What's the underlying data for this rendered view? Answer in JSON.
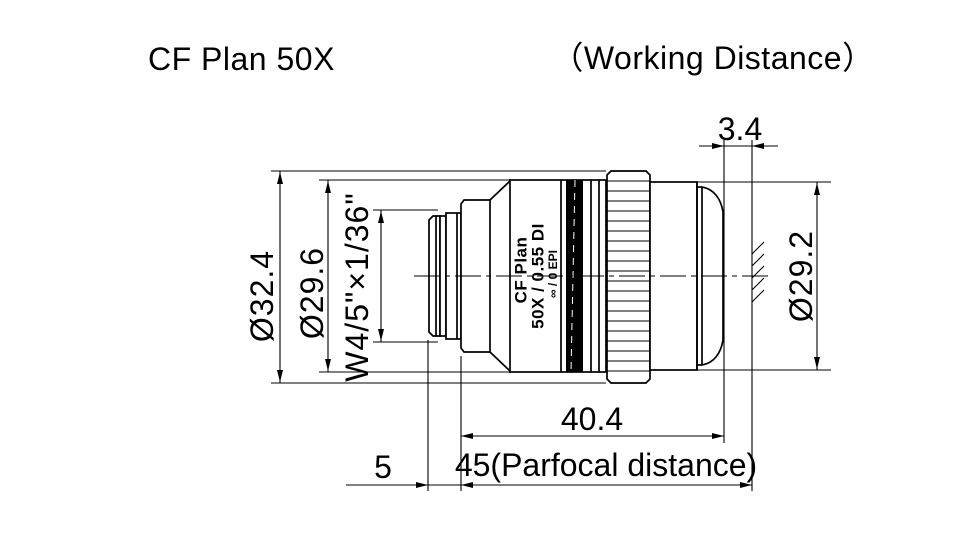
{
  "titles": {
    "model": "CF Plan 50X",
    "annotation": "（Working Distance）"
  },
  "barrel_markings": {
    "brand_line": "CF Plan",
    "spec_line": "50X / 0.55 DI",
    "epi_line": "∞ / 0 EPI"
  },
  "dimensions": {
    "working_distance": "3.4",
    "grip_outer_diameter": "Ø32.4",
    "barrel_diameter": "Ø29.6",
    "mount_thread": "W4/5\"×1/36\"",
    "front_diameter": "Ø29.2",
    "body_length": "40.4",
    "thread_length": "5",
    "parfocal_distance": "45(Parfocal distance)"
  },
  "colors": {
    "line": "#000000",
    "background": "#ffffff",
    "band": "#000000"
  }
}
